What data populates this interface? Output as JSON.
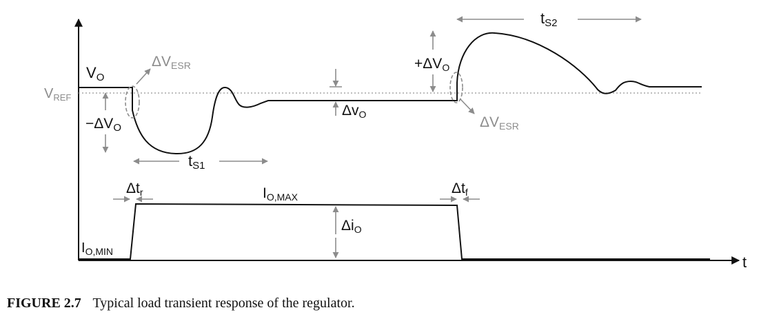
{
  "colors": {
    "waveform": "#111111",
    "annotation": "#8c8c8c",
    "reference_line": "#a6a6a6"
  },
  "labels": {
    "vo": "V",
    "vo_sub": "O",
    "vref": "V",
    "vref_sub": "REF",
    "dvesr1": "ΔV",
    "dvesr1_sub": "ESR",
    "neg_dvo": "−ΔV",
    "neg_dvo_sub": "O",
    "ts1": "t",
    "ts1_sub": "S1",
    "dvo_small": "Δv",
    "dvo_small_sub": "O",
    "pos_dvo": "+ΔV",
    "pos_dvo_sub": "O",
    "dvesr2": "ΔV",
    "dvesr2_sub": "ESR",
    "ts2": "t",
    "ts2_sub": "S2",
    "dtr": "Δt",
    "dtr_sub": "r",
    "iomax": "I",
    "iomax_sub": "O,MAX",
    "dtf": "Δt",
    "dtf_sub": "f",
    "dio": "Δi",
    "dio_sub": "O",
    "iomin": "I",
    "iomin_sub": "O,MIN",
    "t_axis": "t"
  },
  "caption": {
    "label": "FIGURE 2.7",
    "text": "Typical load transient response of the regulator."
  }
}
